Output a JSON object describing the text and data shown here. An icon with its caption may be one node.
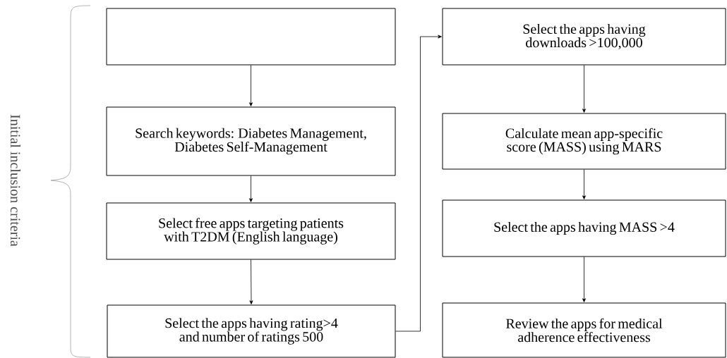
{
  "diagram": {
    "nodes": [
      {
        "text": [],
        "shape": "box"
      },
      {
        "text": [
          "Search keywords: Diabetes Management, Diabetes Self-Management"
        ]
      },
      {
        "text": [
          "Select free apps targeting patients with T2DM (English language)"
        ]
      },
      {
        "text": [
          "Select the apps having rating>4 and number of ratings 500"
        ]
      },
      {
        "text": [
          "Select the apps having downloads >100,000"
        ]
      },
      {
        "text": [
          "Calculate mean app-specific score (MASS) using MARS"
        ]
      },
      {
        "text": [
          "Select the apps having MASS >4"
        ]
      },
      {
        "text": [
          "Review the apps for medical adherence effectiveness"
        ]
      }
    ],
    "edges": [
      {
        "from": 0,
        "to": 1,
        "arrow": "to"
      },
      {
        "from": 1,
        "to": 2,
        "arrow": "to"
      },
      {
        "from": 2,
        "to": 3,
        "arrow": "to"
      },
      {
        "from": 3,
        "to": 4,
        "arrow": "to"
      },
      {
        "from": 4,
        "to": 5,
        "arrow": "to"
      },
      {
        "from": 5,
        "to": 6,
        "arrow": "to"
      },
      {
        "from": 6,
        "to": 7,
        "arrow": "to"
      }
    ],
    "labels": [
      "Initial inclusion criteria"
    ]
  }
}
